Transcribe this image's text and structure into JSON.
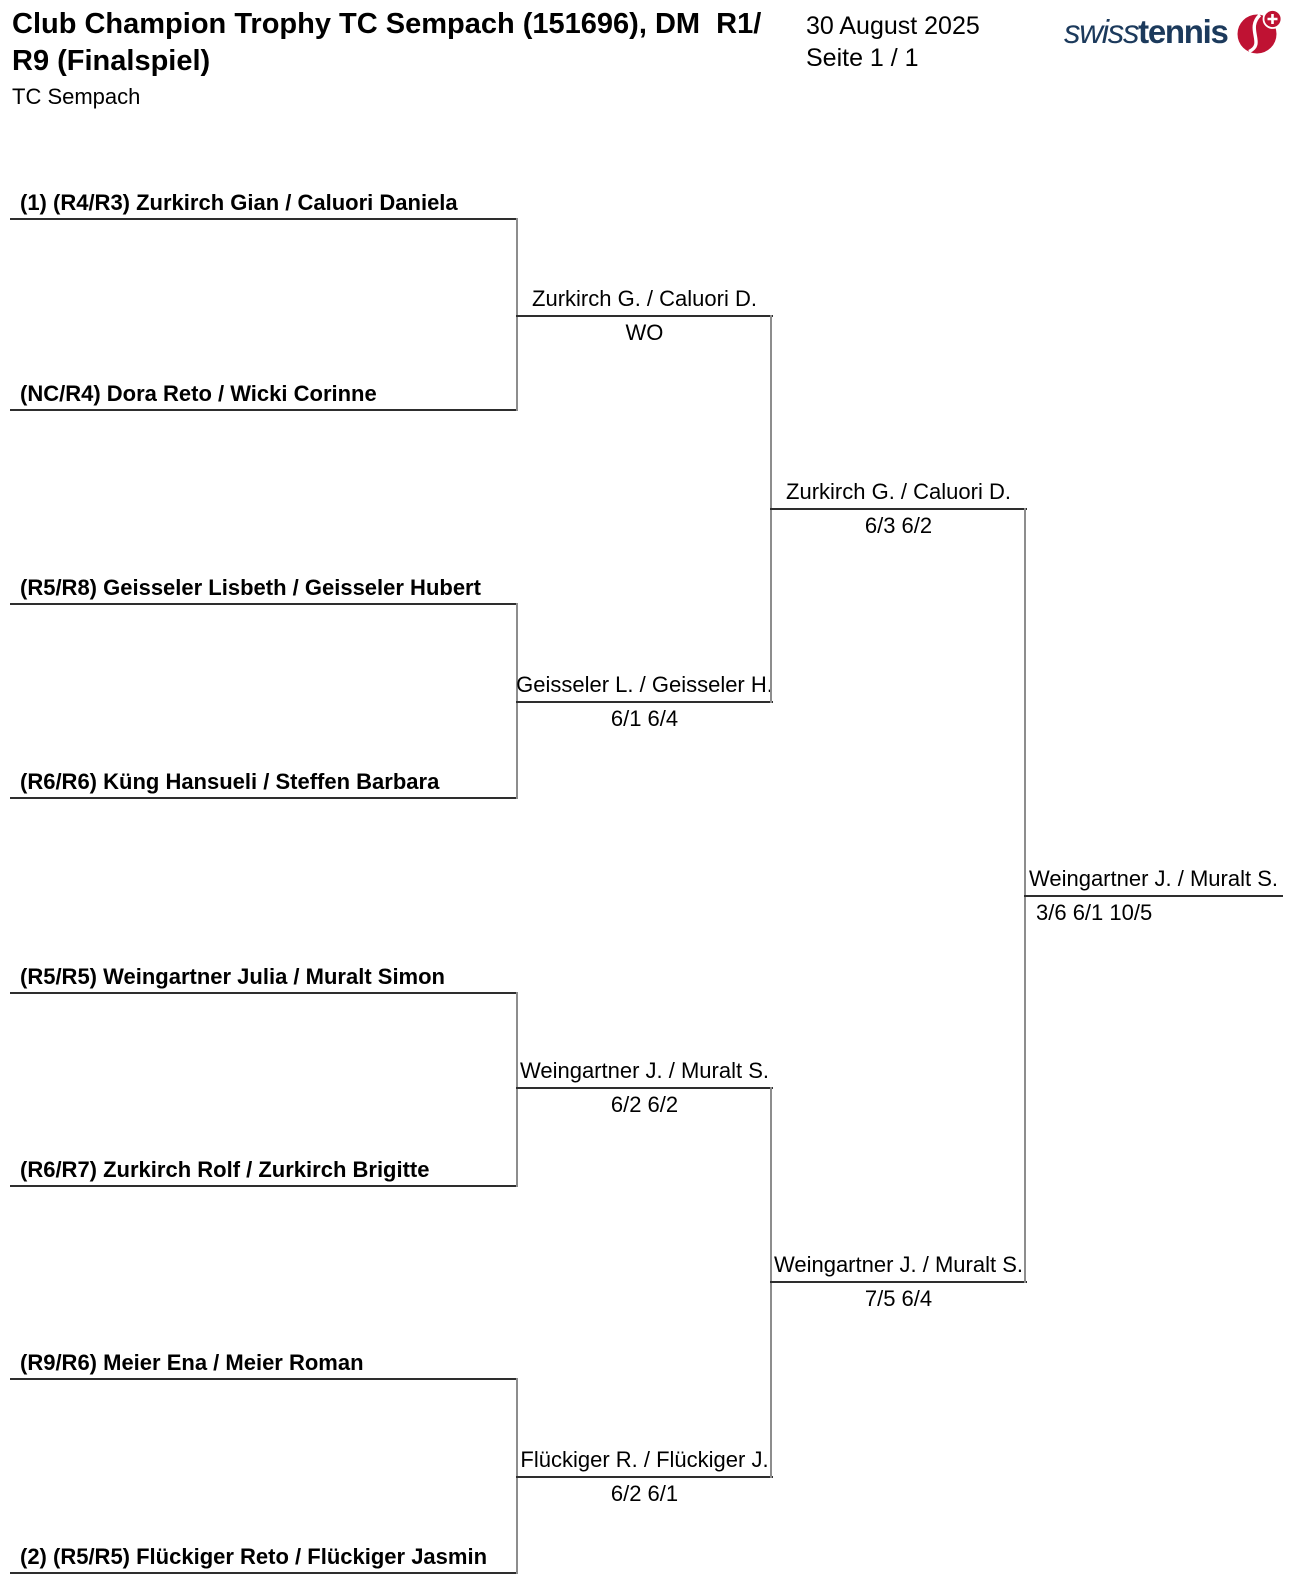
{
  "header": {
    "title_line1": "Club Champion Trophy TC Sempach (151696), DM  R1/",
    "title_line2": "R9 (Finalspiel)",
    "club": "TC Sempach",
    "date": "30 August 2025",
    "page_info": "Seite 1 / 1",
    "logo": {
      "swiss": "swiss",
      "tennis": "tennis",
      "icon": "tennis-ball-swiss-cross-icon"
    }
  },
  "colors": {
    "logo_navy": "#1c3a5c",
    "logo_red": "#bf1233",
    "line_horizontal": "#2e2e2e",
    "line_vertical": "#8d8d8d"
  },
  "bracket": {
    "teams": [
      "(1) (R4/R3) Zurkirch Gian / Caluori Daniela",
      "(NC/R4) Dora Reto / Wicki Corinne",
      "(R5/R8) Geisseler Lisbeth / Geisseler Hubert",
      "(R6/R6) Küng Hansueli / Steffen Barbara",
      "(R5/R5) Weingartner Julia / Muralt Simon",
      "(R6/R7) Zurkirch Rolf / Zurkirch Brigitte",
      "(R9/R6) Meier Ena / Meier Roman",
      "(2) (R5/R5) Flückiger Reto / Flückiger Jasmin"
    ],
    "round2": [
      {
        "winner": "Zurkirch G. / Caluori D.",
        "score": "WO"
      },
      {
        "winner": "Geisseler L. / Geisseler H.",
        "score": "6/1 6/4"
      },
      {
        "winner": "Weingartner J. / Muralt S.",
        "score": "6/2 6/2"
      },
      {
        "winner": "Flückiger R. / Flückiger J.",
        "score": "6/2 6/1"
      }
    ],
    "semifinals": [
      {
        "winner": "Zurkirch G. / Caluori D.",
        "score": "6/3 6/2"
      },
      {
        "winner": "Weingartner J. / Muralt S.",
        "score": "7/5 6/4"
      }
    ],
    "final": {
      "winner": "Weingartner J. / Muralt S.",
      "score": "3/6 6/1 10/5"
    }
  }
}
